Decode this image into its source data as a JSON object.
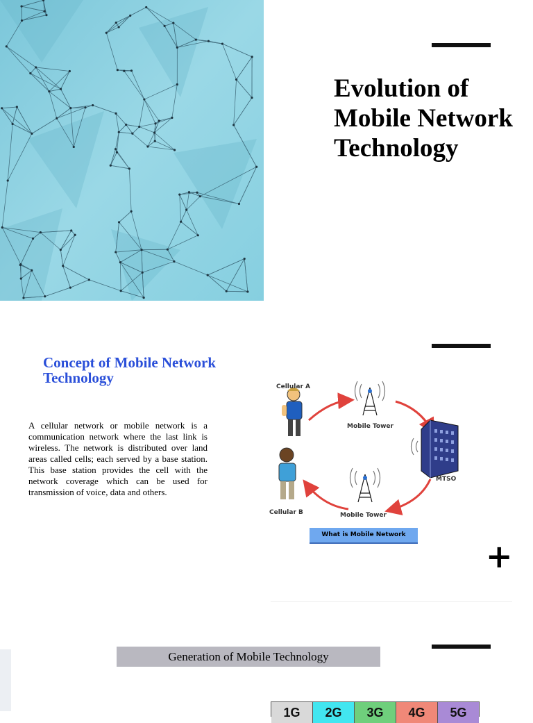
{
  "slide1": {
    "title": "Evolution of Mobile Network Technology"
  },
  "slide2": {
    "title": "Concept of Mobile Network Technology",
    "body": "A cellular network or mobile network is a communication network where the last link is wireless. The network is distributed over land areas called cells; each served by a base station. This base station provides the cell with the network coverage which can be used for transmission of voice, data and others.",
    "diagram": {
      "labels": {
        "cellular_a": "Cellular A",
        "cellular_b": "Cellular B",
        "tower_top": "Mobile Tower",
        "tower_bottom": "Mobile Tower",
        "mtso": "MTSO"
      },
      "caption": "What is Mobile Network"
    },
    "plus_glyph": "+"
  },
  "slide3": {
    "heading": "Generation of Mobile Technology",
    "generations": [
      {
        "label": "1G",
        "color": "#d9d9d9"
      },
      {
        "label": "2G",
        "color": "#42e6f0"
      },
      {
        "label": "3G",
        "color": "#6fcf7c"
      },
      {
        "label": "4G",
        "color": "#f08878"
      },
      {
        "label": "5G",
        "color": "#a98ad6"
      }
    ]
  },
  "colors": {
    "accent_blue": "#2a4fd9",
    "network_bg": "#8dd0e0",
    "network_line": "#2f5566"
  }
}
